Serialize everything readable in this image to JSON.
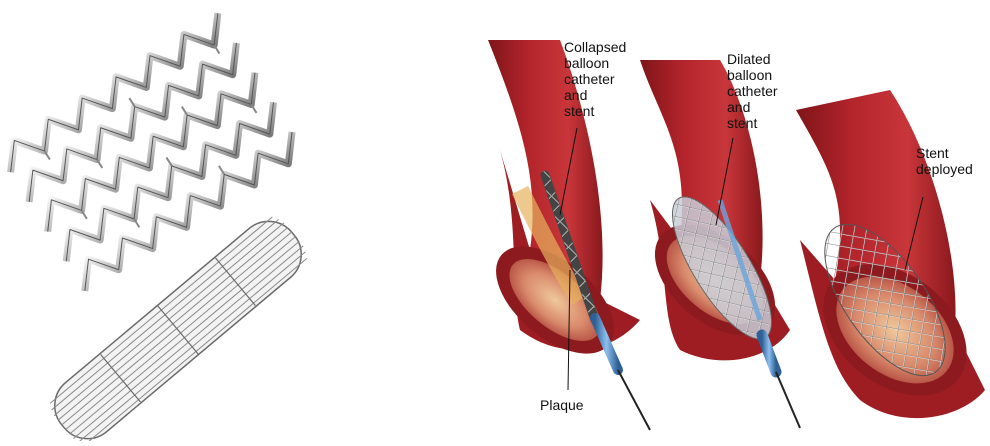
{
  "labels": {
    "collapsed": [
      "Collapsed",
      "balloon",
      "catheter",
      "and",
      "stent"
    ],
    "dilated": [
      "Dilated",
      "balloon",
      "catheter",
      "and",
      "stent"
    ],
    "deployed": [
      "Stent",
      "deployed"
    ],
    "plaque": "Plaque"
  },
  "colors": {
    "vessel_outer": "#b3242b",
    "vessel_dark": "#7e1519",
    "vessel_inner": "#d9806e",
    "plaque": "#e2b266",
    "stent_metal": "#a8a8a8",
    "catheter_blue": "#5c93c9"
  },
  "icons": {
    "expanded_stent": "expanded-stent-icon",
    "crimped_stent": "crimped-stent-icon"
  }
}
